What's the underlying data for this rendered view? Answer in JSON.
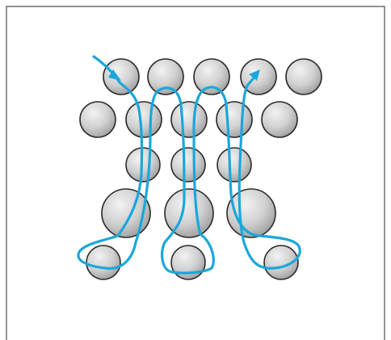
{
  "colors": {
    "thread": "#1aa7db",
    "bead_stroke": "#2b2b2b",
    "bead_highlight": "#f2f2f2",
    "bead_shadow": "#9a9a9a",
    "frame_stroke": "#4d4d4d",
    "background": "#ffffff"
  },
  "diagram": {
    "subject": "beading-thread-path",
    "rows": [
      {
        "row": 1,
        "bead_count": 5,
        "bead_size": "small"
      },
      {
        "row": 2,
        "bead_count": 5,
        "bead_size": "small"
      },
      {
        "row": 3,
        "bead_count": 3,
        "bead_size": "small"
      },
      {
        "row": 4,
        "bead_count": 3,
        "bead_size": "large"
      },
      {
        "row": 5,
        "bead_count": 3,
        "bead_size": "small"
      }
    ],
    "thread": {
      "entry_arrow": "top-left",
      "exit_arrow": "top-right"
    }
  }
}
